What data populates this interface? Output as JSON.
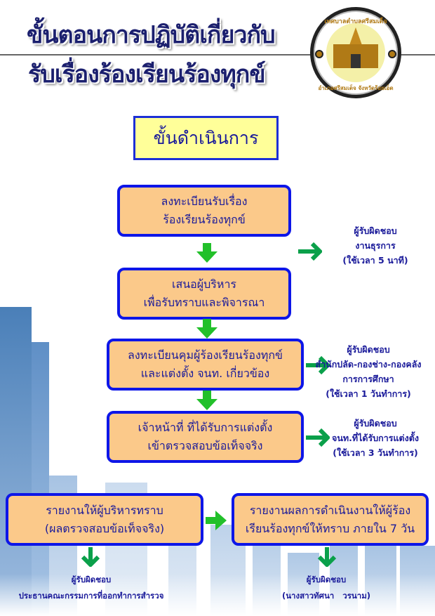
{
  "header": {
    "title_line1": "ขั้นตอนการปฏิบัติเกี่ยวกับ",
    "title_line2": "รับเรื่องร้องเรียนร้องทุกข์"
  },
  "logo": {
    "text_top": "เทศบาลตำบลศรีสมเด็จ",
    "text_bottom": "อำเภอศรีสมเด็จ จังหวัดร้อยเอ็ด"
  },
  "section_title": "ขั้นดำเนินการ",
  "steps": [
    {
      "line1": "ลงทะเบียนรับเรื่อง",
      "line2": "ร้องเรียนร้องทุกข์"
    },
    {
      "line1": "เสนอผู้บริหาร",
      "line2": "เพื่อรับทราบและพิจารณา"
    },
    {
      "line1": "ลงทะเบียนคุมผู้ร้องเรียนร้องทุกข์",
      "line2": "และแต่งตั้ง จนท. เกี่ยวข้อง"
    },
    {
      "line1": "เจ้าหน้าที่ ที่ได้รับการแต่งตั้ง",
      "line2": "เข้าตรวจสอบข้อเท็จจริง"
    },
    {
      "line1": "รายงานให้ผู้บริหารทราบ",
      "line2": "(ผลตรวจสอบข้อเท็จจริง)"
    },
    {
      "line1": "รายงานผลการดำเนินงานให้ผู้ร้อง",
      "line2": "เรียนร้องทุกข์ให้ทราบ ภายใน 7 วัน"
    }
  ],
  "notes": [
    {
      "lines": [
        "ผู้รับผิดชอบ",
        "งานธุรการ",
        "(ใช้เวลา 5 นาที)"
      ]
    },
    {
      "lines": [
        "ผู้รับผิดชอบ",
        "สำนักปลัด-กองช่าง-กองคลัง",
        "การการศึกษา",
        "(ใช้เวลา 1 วันทำการ)"
      ]
    },
    {
      "lines": [
        "ผู้รับผิดชอบ",
        "จนท.ที่ได้รับการแต่งตั้ง",
        "(ใช้เวลา 3 วันทำการ)"
      ]
    },
    {
      "lines": [
        "ผู้รับผิดชอบ",
        "ประธานคณะกรรมการที่ออกทำการสำรวจ"
      ]
    },
    {
      "lines": [
        "ผู้รับผิดชอบ",
        "(นางสาวทัศนา   วรนาม)"
      ]
    }
  ],
  "colors": {
    "box_fill": "#fbc98a",
    "box_border": "#0d16e8",
    "arrow": "#0aa04a",
    "text": "#1a1a9a",
    "header_fill": "#ffff99"
  }
}
